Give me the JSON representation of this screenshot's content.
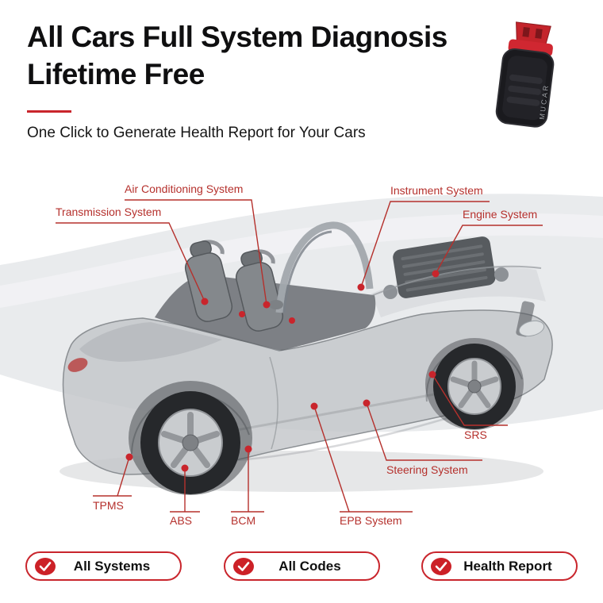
{
  "header": {
    "title_line1": "All Cars Full System Diagnosis",
    "title_line2": "Lifetime Free",
    "subtitle": "One Click to Generate Health Report for Your Cars"
  },
  "device": {
    "brand": "MUCAR"
  },
  "diagram": {
    "labels": {
      "transmission": "Transmission System",
      "air_conditioning": "Air Conditioning System",
      "instrument": "Instrument System",
      "engine": "Engine System",
      "srs": "SRS",
      "steering": "Steering System",
      "epb": "EPB System",
      "bcm": "BCM",
      "abs": "ABS",
      "tpms": "TPMS"
    }
  },
  "badges": [
    {
      "icon": "check-icon",
      "label": "All Systems"
    },
    {
      "icon": "check-icon",
      "label": "All Codes"
    },
    {
      "icon": "check-icon",
      "label": "Health Report"
    }
  ],
  "colors": {
    "accent_red": "#c9252c",
    "label_red": "#b5302c",
    "title_black": "#0f0f10",
    "swoosh_gray": "#e9ebed"
  }
}
